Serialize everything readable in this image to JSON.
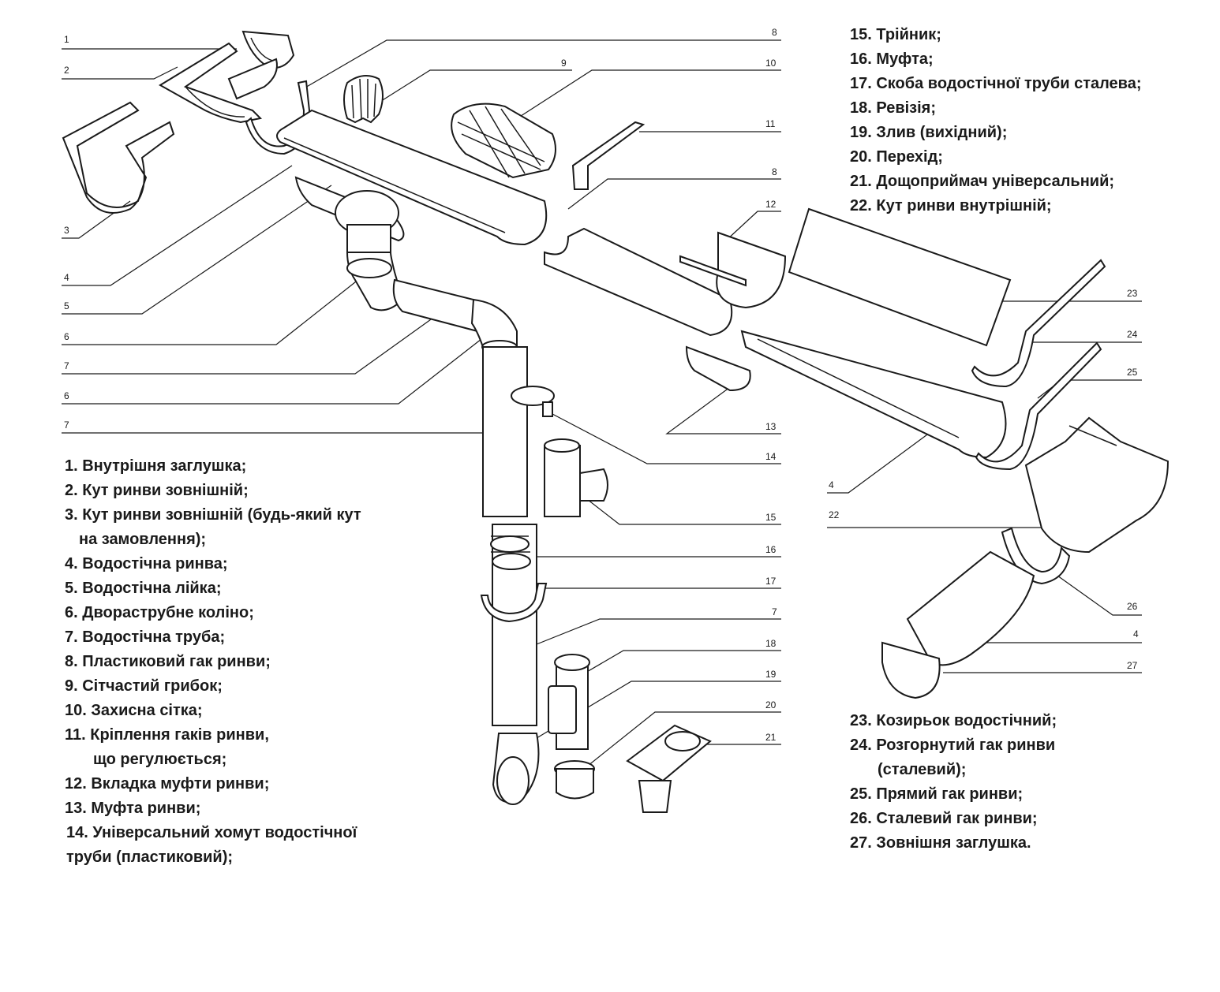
{
  "callout_numbers": [
    "1",
    "2",
    "3",
    "4",
    "5",
    "6",
    "7",
    "6",
    "7",
    "8",
    "9",
    "10",
    "11",
    "8",
    "12",
    "13",
    "14",
    "15",
    "16",
    "17",
    "7",
    "18",
    "19",
    "20",
    "21",
    "23",
    "24",
    "25",
    "4",
    "22",
    "26",
    "4",
    "27"
  ],
  "legend_left": [
    "1. Внутрішня заглушка;",
    "2. Кут ринви зовнішній;",
    "3. Кут ринви зовнішній (будь-який кут",
    "на замовлення);",
    "4. Водостічна ринва;",
    "5. Водостічна лійка;",
    "6. Двораструбне коліно;",
    "7. Водостічна труба;",
    "8. Пластиковий гак ринви;",
    "9. Сітчастий грибок;",
    "10. Захисна сітка;",
    "11. Кріплення гаків ринви,",
    "що регулюється;",
    "12. Вкладка муфти ринви;",
    "13. Муфта ринви;",
    "14. Універсальний хомут водостічної",
    "труби (пластиковий);"
  ],
  "legend_top_right": [
    "15. Трійник;",
    "16. Муфта;",
    "17. Скоба водостічної труби сталева;",
    "18. Ревізія;",
    "19. Злив (вихідний);",
    "20. Перехід;",
    "21. Дощоприймач універсальний;",
    "22. Кут ринви внутрішній;"
  ],
  "legend_bottom_right": [
    "23. Козирьок водостічний;",
    "24. Розгорнутий гак ринви",
    "(сталевий);",
    "25. Прямий гак ринви;",
    "26. Сталевий гак ринви;",
    "27. Зовнішня заглушка."
  ]
}
